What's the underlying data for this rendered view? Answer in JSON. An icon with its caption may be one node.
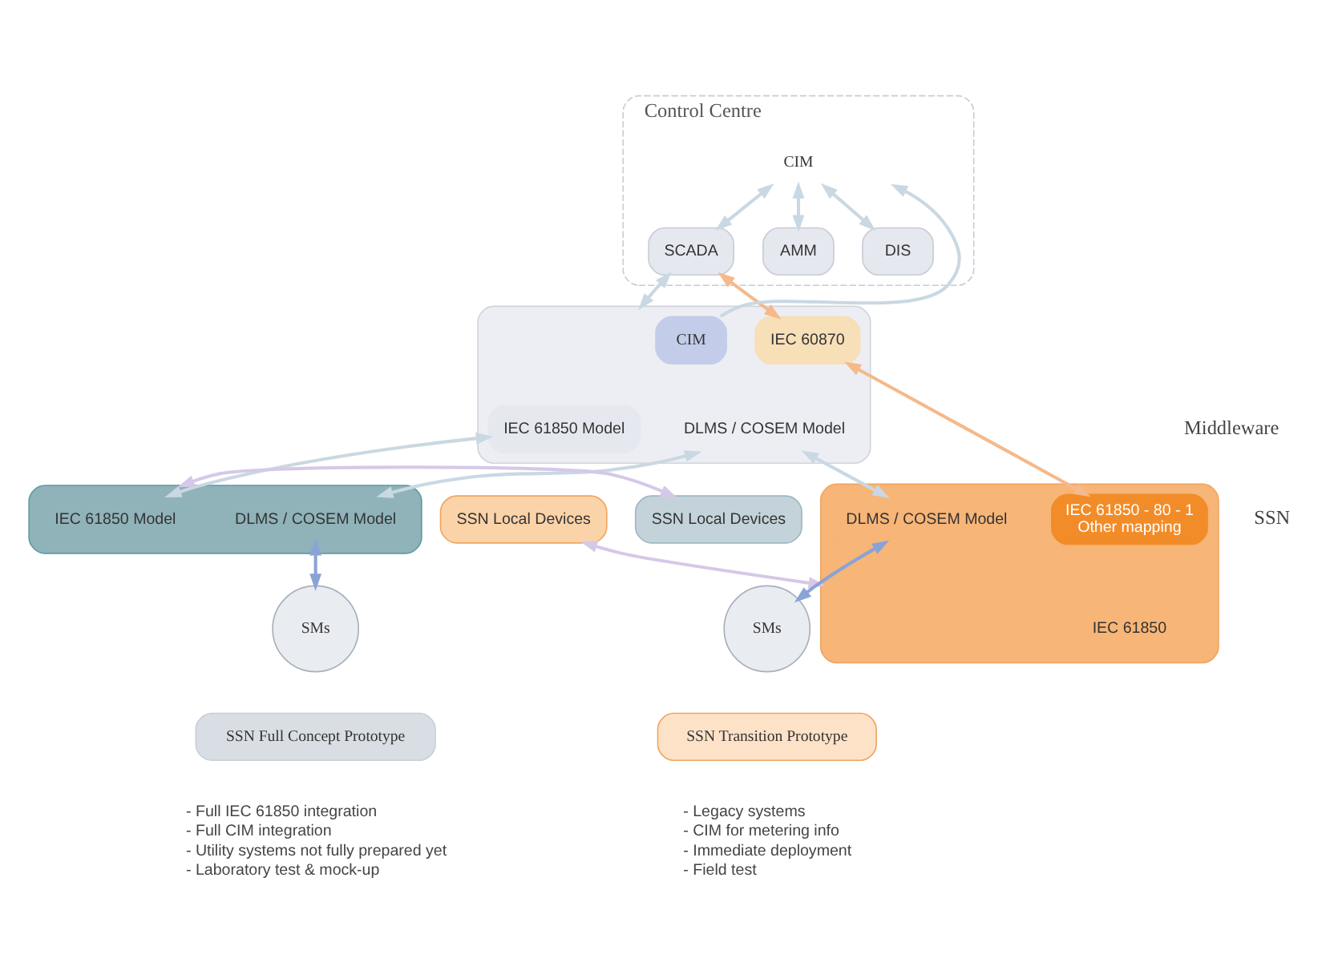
{
  "diagram": {
    "nodes": [
      {
        "text": [
          "Control Centre"
        ]
      },
      {
        "text": [
          "CIM"
        ],
        "in": 0
      },
      {
        "text": [
          "SCADA"
        ],
        "in": 0
      },
      {
        "text": [
          "AMM"
        ],
        "in": 0
      },
      {
        "text": [
          "DIS"
        ],
        "in": 0
      },
      {
        "text": [],
        "shape": "box"
      },
      {
        "text": [
          "IEC 60870"
        ],
        "in": 5
      },
      {
        "text": [
          "CIM"
        ],
        "in": 5
      },
      {
        "text": [
          "IEC 61850 Model"
        ],
        "in": 5
      },
      {
        "text": [
          "DLMS / COSEM Model"
        ],
        "in": 5
      },
      {
        "text": [
          "SSN Local Devices"
        ]
      },
      {
        "text": [],
        "shape": "box"
      },
      {
        "text": [
          "IEC 61850 - 80 - 1",
          "Other mapping"
        ],
        "in": 11
      },
      {
        "text": [
          "IEC 61850"
        ],
        "in": 11
      },
      {
        "text": [
          "DLMS / COSEM Model"
        ],
        "in": 11
      },
      {
        "text": [
          "SMs"
        ]
      },
      {
        "text": [
          "SSN Local Devices"
        ]
      },
      {
        "text": [],
        "shape": "box"
      },
      {
        "text": [
          "IEC 61850 Model"
        ],
        "in": 17
      },
      {
        "text": [
          "DLMS / COSEM Model"
        ],
        "in": 17
      },
      {
        "text": [
          "SMs"
        ]
      },
      {
        "text": [
          "SSN Transition Prototype"
        ],
        "beside": [
          "- Legacy systems",
          "- CIM for metering info",
          "- Immediate deployment",
          "- Field test"
        ]
      },
      {
        "text": [
          "SSN Full Concept Prototype"
        ],
        "beside": [
          "- Full IEC 61850 integration",
          "- Full CIM integration",
          "- Utility systems not fully prepared yet",
          "- Laboratory test & mock-up"
        ]
      }
    ],
    "edges": [
      {
        "from": 1,
        "to": 2,
        "arrow": "both"
      },
      {
        "from": 1,
        "to": 3,
        "arrow": "both"
      },
      {
        "from": 1,
        "to": 4,
        "arrow": "both"
      },
      {
        "from": 2,
        "to": 5,
        "arrow": "both"
      },
      {
        "from": 7,
        "to": 1,
        "arrow": "to"
      },
      {
        "from": 2,
        "to": 6,
        "arrow": "both",
        "color": "#f5b98a"
      },
      {
        "from": 6,
        "to": 12,
        "arrow": "both",
        "color": "#f5b98a"
      },
      {
        "from": 8,
        "to": 18,
        "arrow": "both"
      },
      {
        "from": 9,
        "to": 14,
        "arrow": "both"
      },
      {
        "from": 9,
        "to": 19,
        "arrow": "both"
      },
      {
        "from": 10,
        "to": 11,
        "arrow": "both",
        "color": "#d6c8e8"
      },
      {
        "from": 14,
        "to": 15,
        "arrow": "both",
        "color": "#8aa3d6"
      },
      {
        "from": 16,
        "to": 17,
        "arrow": "both",
        "color": "#d6c8e8"
      },
      {
        "from": 19,
        "to": 20,
        "arrow": "both",
        "color": "#8aa3d6"
      }
    ],
    "labels": [
      "Middleware",
      "SSN"
    ]
  }
}
